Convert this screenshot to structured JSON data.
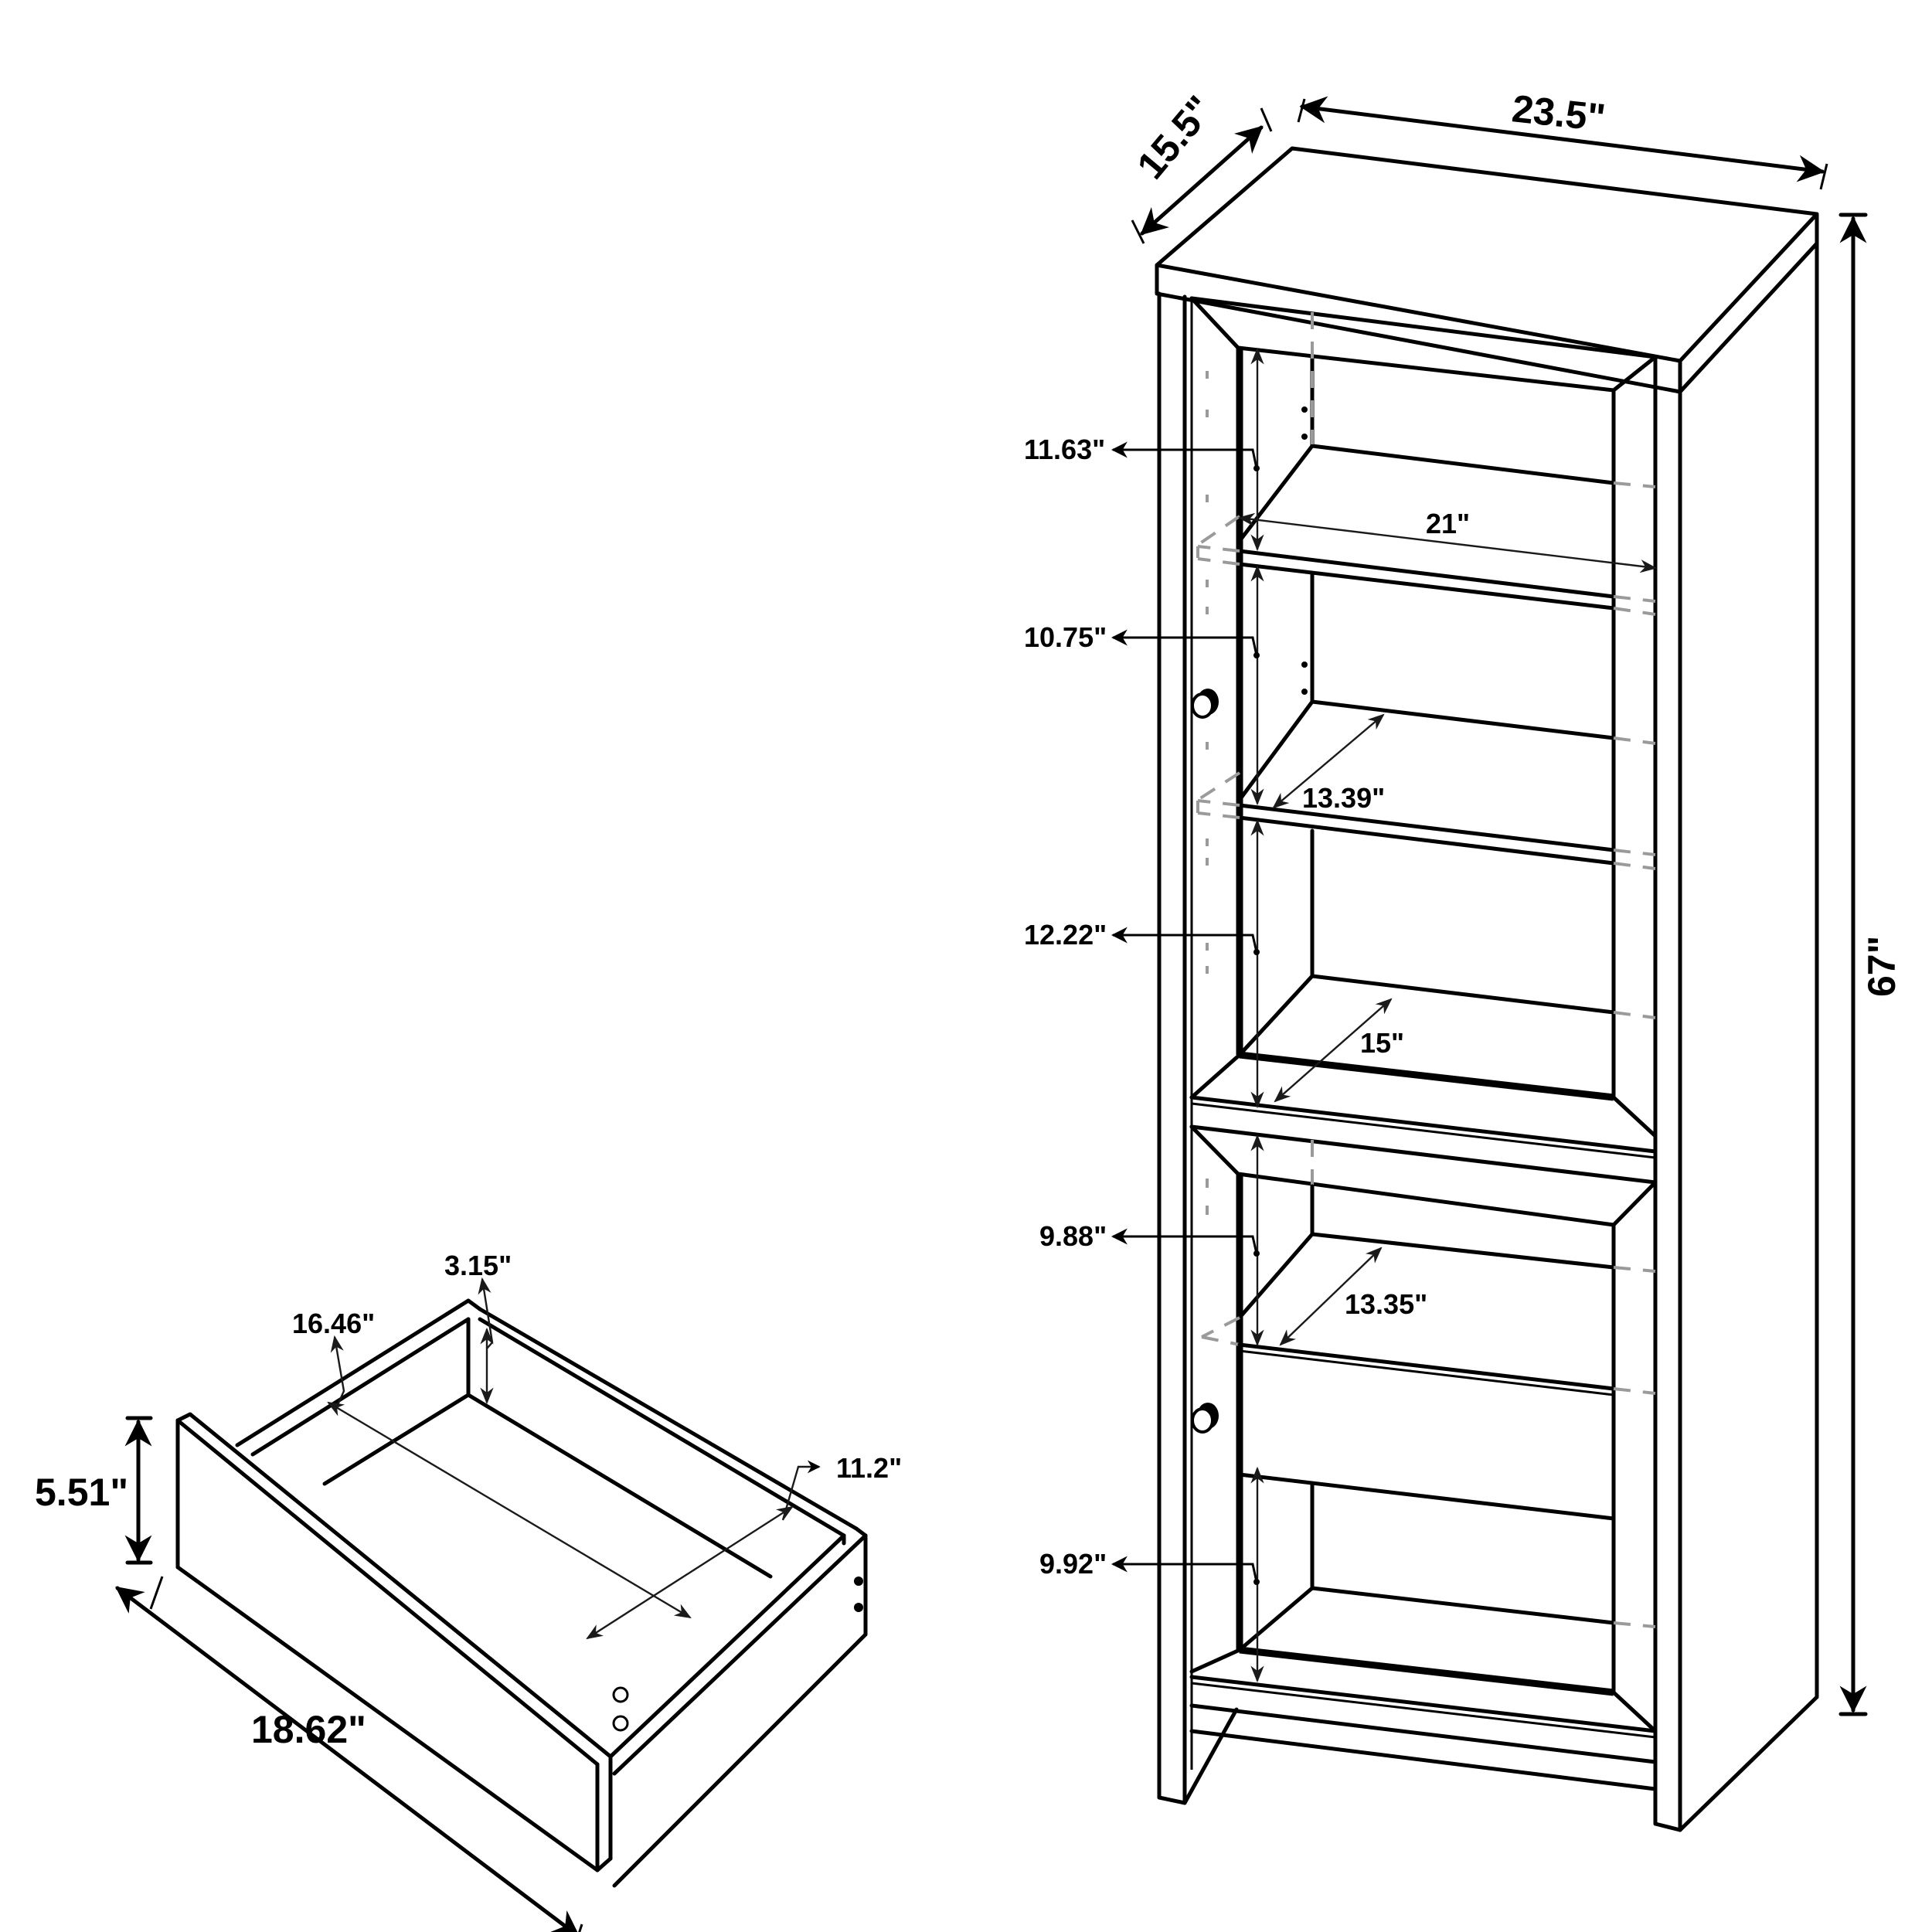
{
  "diagram": {
    "subject": "Bookcase cabinet with drawer - dimension drawing",
    "cabinet": {
      "overall": {
        "depth": "15.5\"",
        "width": "23.5\"",
        "height": "67\""
      },
      "interior": {
        "width": "21\"",
        "upper_shelf_depth": "13.39\"",
        "bottom_upper_depth": "15\"",
        "lower_shelf_depth": "13.35\""
      },
      "shelf_heights": [
        {
          "label": "11.63\""
        },
        {
          "label": "10.75\""
        },
        {
          "label": "12.22\""
        },
        {
          "label": "9.88\""
        },
        {
          "label": "9.92\""
        }
      ]
    },
    "drawer": {
      "height": "5.51\"",
      "width": "18.62\"",
      "interior_length": "16.46\"",
      "interior_depth": "11.2\"",
      "interior_height": "3.15\""
    }
  }
}
